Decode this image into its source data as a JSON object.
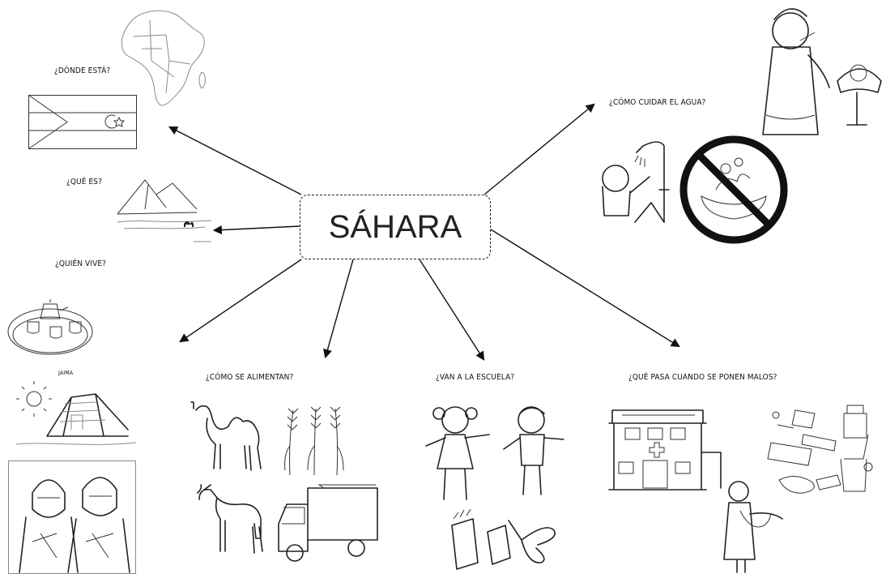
{
  "center": {
    "title": "SÁHARA"
  },
  "labels": {
    "donde": "¿DÓNDE ESTÁ?",
    "que": "¿QUÉ ES?",
    "quien": "¿QUIÉN VIVE?",
    "jaima": "JAIMA",
    "alimentan": "¿CÓMO SE ALIMENTAN?",
    "escuela": "¿VAN  A LA ESCUELA?",
    "malos": "¿QUÉ PASA CUANDO SE PONEN MALOS?",
    "agua": "¿CÓMO CUIDAR EL AGUA?"
  },
  "colors": {
    "ink": "#222222",
    "line": "#888888",
    "background": "#ffffff"
  }
}
